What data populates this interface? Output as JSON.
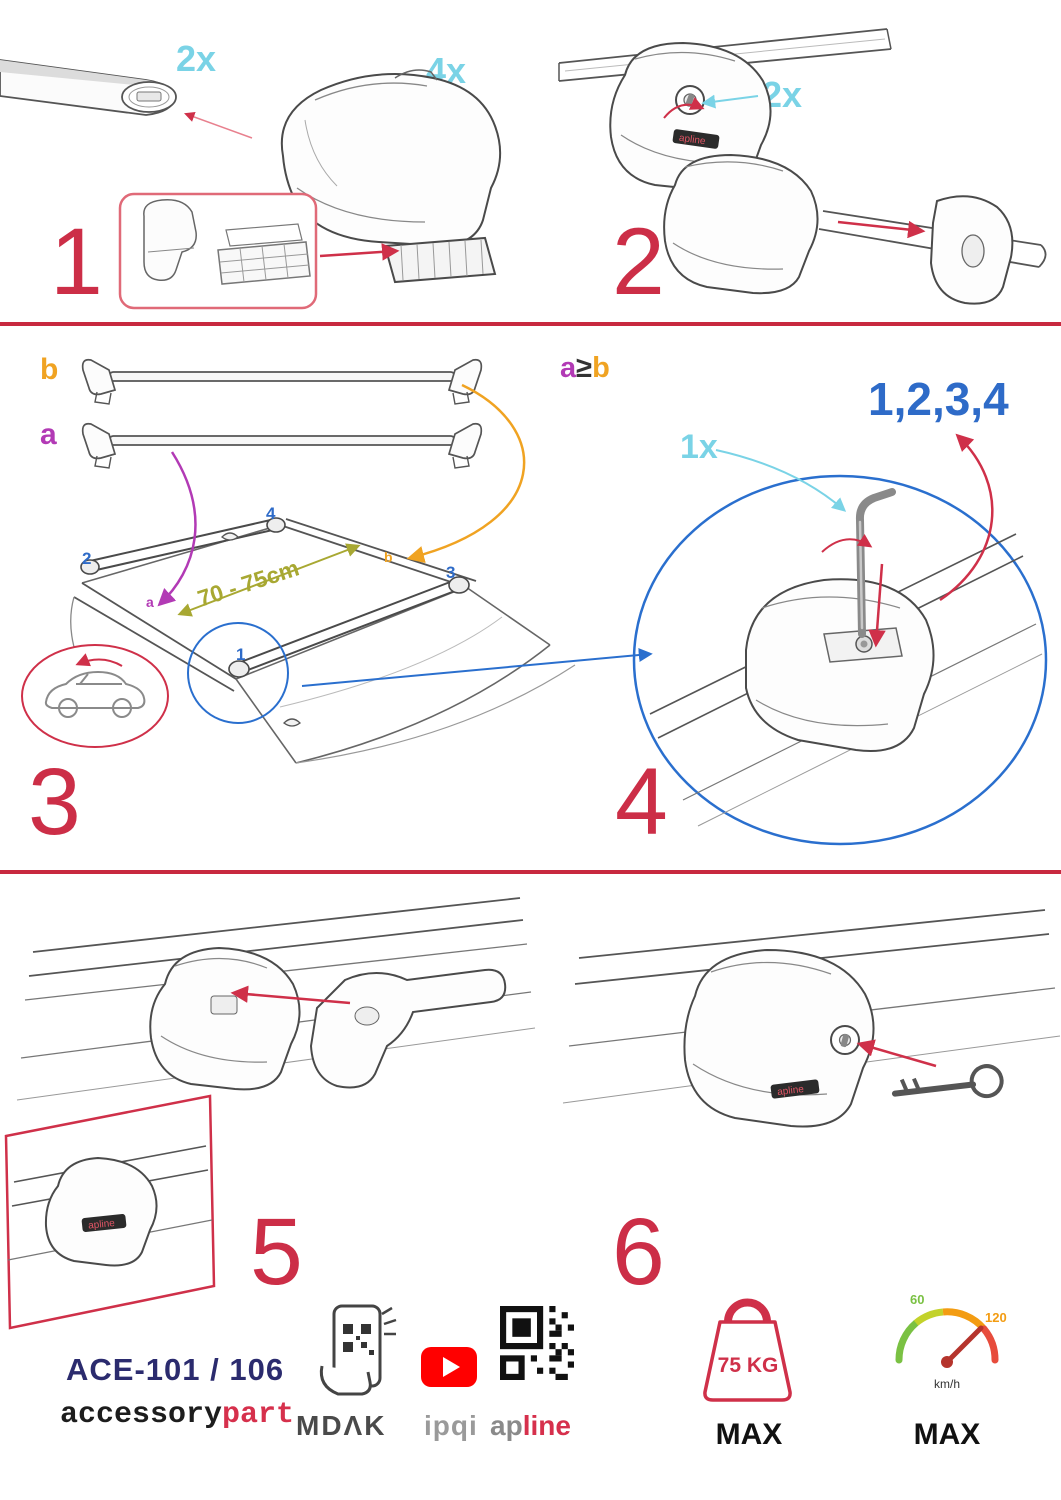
{
  "steps": {
    "s1": {
      "num": "1",
      "bar_qty": "2x",
      "foot_qty": "4x",
      "pad_qty": "4x"
    },
    "s2": {
      "num": "2",
      "lock_qty": "2x"
    },
    "s3": {
      "num": "3",
      "bar_b": "b",
      "bar_a": "a",
      "span": "70 - 75cm",
      "pos1": "1",
      "pos2": "2",
      "pos3": "3",
      "pos4": "4",
      "pt_a": "a",
      "pt_b": "b"
    },
    "s4": {
      "num": "4",
      "cond_a": "a",
      "cond_op": "≥",
      "cond_b": "b",
      "sequence": "1,2,3,4",
      "tool_qty": "1x",
      "first": "1"
    },
    "s5": {
      "num": "5"
    },
    "s6": {
      "num": "6"
    }
  },
  "branding": {
    "apline": "apline"
  },
  "footer": {
    "model": "ACE-101 / 106",
    "brand_black": "accessory",
    "brand_red": "part",
    "logo_mdak": "MDΛK",
    "logo_ipqi": "ipqi",
    "logo_ap": "ap",
    "logo_line": "line",
    "weight": "75 KG",
    "weight_max": "MAX",
    "gauge_min": "60",
    "gauge_top": "120",
    "gauge_unit": "km/h",
    "gauge_max": "MAX"
  },
  "colors": {
    "accent_red": "#cc2e47",
    "divider_red": "#c8293f",
    "cyan": "#7ad3e6",
    "blue": "#2e6bc8",
    "purple": "#b23ab5",
    "orange": "#f0a322",
    "olive": "#a8a832",
    "navy": "#2b2b6e",
    "brand_red": "#d6304c",
    "youtube_red": "#ff0000",
    "gauge_green": "#7ac143",
    "gauge_orange": "#f39c12"
  }
}
